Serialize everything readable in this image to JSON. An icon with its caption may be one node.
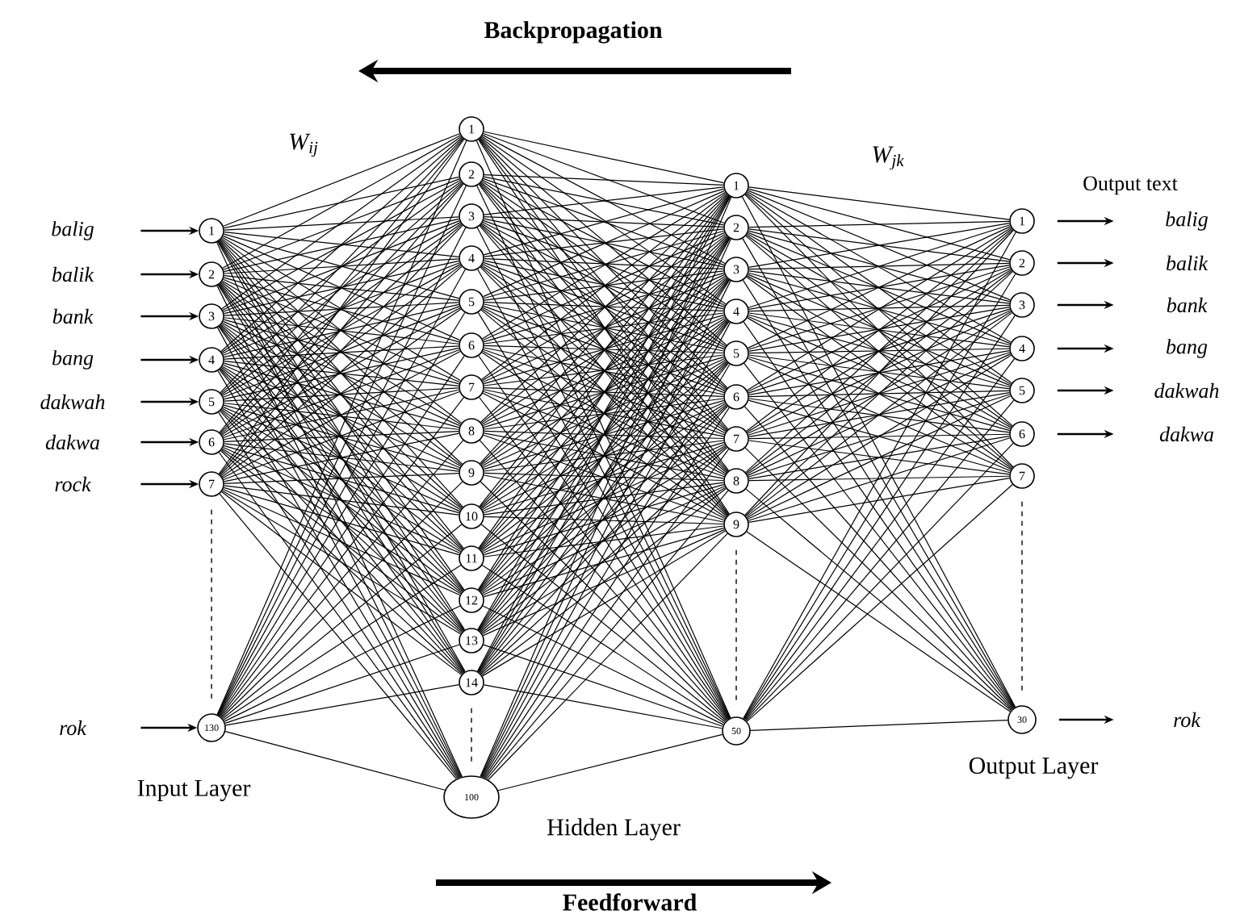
{
  "diagram": {
    "nodes": [
      {
        "text": [
          "balig"
        ]
      },
      {
        "text": [
          "balik"
        ]
      },
      {
        "text": [
          "bank"
        ]
      },
      {
        "text": [
          "bang"
        ]
      },
      {
        "text": [
          "dakwah"
        ]
      },
      {
        "text": [
          "dakwa"
        ]
      },
      {
        "text": [
          "rock"
        ]
      },
      {
        "text": [
          "rok"
        ]
      },
      {
        "text": [
          "1"
        ]
      },
      {
        "text": [
          "2"
        ]
      },
      {
        "text": [
          "3"
        ]
      },
      {
        "text": [
          "4"
        ]
      },
      {
        "text": [
          "5"
        ]
      },
      {
        "text": [
          "6"
        ]
      },
      {
        "text": [
          "7"
        ]
      },
      {
        "text": [
          "130"
        ]
      },
      {
        "text": [
          "1"
        ]
      },
      {
        "text": [
          "2"
        ]
      },
      {
        "text": [
          "3"
        ]
      },
      {
        "text": [
          "4"
        ]
      },
      {
        "text": [
          "5"
        ]
      },
      {
        "text": [
          "6"
        ]
      },
      {
        "text": [
          "7"
        ]
      },
      {
        "text": [
          "8"
        ]
      },
      {
        "text": [
          "9"
        ]
      },
      {
        "text": [
          "10"
        ]
      },
      {
        "text": [
          "11"
        ]
      },
      {
        "text": [
          "12"
        ]
      },
      {
        "text": [
          "13"
        ]
      },
      {
        "text": [
          "14"
        ]
      },
      {
        "text": [
          "100"
        ]
      },
      {
        "text": [
          "1"
        ]
      },
      {
        "text": [
          "2"
        ]
      },
      {
        "text": [
          "3"
        ]
      },
      {
        "text": [
          "4"
        ]
      },
      {
        "text": [
          "5"
        ]
      },
      {
        "text": [
          "6"
        ]
      },
      {
        "text": [
          "7"
        ]
      },
      {
        "text": [
          "8"
        ]
      },
      {
        "text": [
          "9"
        ]
      },
      {
        "text": [
          "50"
        ]
      },
      {
        "text": [
          "1"
        ]
      },
      {
        "text": [
          "2"
        ]
      },
      {
        "text": [
          "3"
        ]
      },
      {
        "text": [
          "4"
        ]
      },
      {
        "text": [
          "5"
        ]
      },
      {
        "text": [
          "6"
        ]
      },
      {
        "text": [
          "7"
        ]
      },
      {
        "text": [
          "30"
        ]
      },
      {
        "text": [
          "balig"
        ]
      },
      {
        "text": [
          "balik"
        ]
      },
      {
        "text": [
          "bank"
        ]
      },
      {
        "text": [
          "bang"
        ]
      },
      {
        "text": [
          "dakwah"
        ]
      },
      {
        "text": [
          "dakwa"
        ]
      },
      {
        "text": [
          "rok"
        ]
      }
    ],
    "edges": [
      {
        "from": 0,
        "to": 8,
        "arrow": "to"
      },
      {
        "from": 1,
        "to": 9,
        "arrow": "to"
      },
      {
        "from": 2,
        "to": 10,
        "arrow": "to"
      },
      {
        "from": 3,
        "to": 11,
        "arrow": "to"
      },
      {
        "from": 4,
        "to": 12,
        "arrow": "to"
      },
      {
        "from": 5,
        "to": 13,
        "arrow": "to"
      },
      {
        "from": 6,
        "to": 14,
        "arrow": "to"
      },
      {
        "from": 7,
        "to": 15,
        "arrow": "to"
      },
      {
        "from": 8,
        "to": 16,
        "arrow": "none"
      },
      {
        "from": 8,
        "to": 17,
        "arrow": "none"
      },
      {
        "from": 8,
        "to": 18,
        "arrow": "none"
      },
      {
        "from": 8,
        "to": 19,
        "arrow": "none"
      },
      {
        "from": 8,
        "to": 20,
        "arrow": "none"
      },
      {
        "from": 8,
        "to": 21,
        "arrow": "none"
      },
      {
        "from": 8,
        "to": 22,
        "arrow": "none"
      },
      {
        "from": 8,
        "to": 23,
        "arrow": "none"
      },
      {
        "from": 8,
        "to": 24,
        "arrow": "none"
      },
      {
        "from": 8,
        "to": 25,
        "arrow": "none"
      },
      {
        "from": 8,
        "to": 26,
        "arrow": "none"
      },
      {
        "from": 8,
        "to": 27,
        "arrow": "none"
      },
      {
        "from": 8,
        "to": 28,
        "arrow": "none"
      },
      {
        "from": 8,
        "to": 29,
        "arrow": "none"
      },
      {
        "from": 8,
        "to": 30,
        "arrow": "none"
      },
      {
        "from": 9,
        "to": 16,
        "arrow": "none"
      },
      {
        "from": 9,
        "to": 17,
        "arrow": "none"
      },
      {
        "from": 9,
        "to": 18,
        "arrow": "none"
      },
      {
        "from": 9,
        "to": 19,
        "arrow": "none"
      },
      {
        "from": 9,
        "to": 20,
        "arrow": "none"
      },
      {
        "from": 9,
        "to": 21,
        "arrow": "none"
      },
      {
        "from": 9,
        "to": 22,
        "arrow": "none"
      },
      {
        "from": 9,
        "to": 23,
        "arrow": "none"
      },
      {
        "from": 9,
        "to": 24,
        "arrow": "none"
      },
      {
        "from": 9,
        "to": 25,
        "arrow": "none"
      },
      {
        "from": 9,
        "to": 26,
        "arrow": "none"
      },
      {
        "from": 9,
        "to": 27,
        "arrow": "none"
      },
      {
        "from": 9,
        "to": 28,
        "arrow": "none"
      },
      {
        "from": 9,
        "to": 29,
        "arrow": "none"
      },
      {
        "from": 9,
        "to": 30,
        "arrow": "none"
      },
      {
        "from": 10,
        "to": 16,
        "arrow": "none"
      },
      {
        "from": 10,
        "to": 17,
        "arrow": "none"
      },
      {
        "from": 10,
        "to": 18,
        "arrow": "none"
      },
      {
        "from": 10,
        "to": 19,
        "arrow": "none"
      },
      {
        "from": 10,
        "to": 20,
        "arrow": "none"
      },
      {
        "from": 10,
        "to": 21,
        "arrow": "none"
      },
      {
        "from": 10,
        "to": 22,
        "arrow": "none"
      },
      {
        "from": 10,
        "to": 23,
        "arrow": "none"
      },
      {
        "from": 10,
        "to": 24,
        "arrow": "none"
      },
      {
        "from": 10,
        "to": 25,
        "arrow": "none"
      },
      {
        "from": 10,
        "to": 26,
        "arrow": "none"
      },
      {
        "from": 10,
        "to": 27,
        "arrow": "none"
      },
      {
        "from": 10,
        "to": 28,
        "arrow": "none"
      },
      {
        "from": 10,
        "to": 29,
        "arrow": "none"
      },
      {
        "from": 10,
        "to": 30,
        "arrow": "none"
      },
      {
        "from": 11,
        "to": 16,
        "arrow": "none"
      },
      {
        "from": 11,
        "to": 17,
        "arrow": "none"
      },
      {
        "from": 11,
        "to": 18,
        "arrow": "none"
      },
      {
        "from": 11,
        "to": 19,
        "arrow": "none"
      },
      {
        "from": 11,
        "to": 20,
        "arrow": "none"
      },
      {
        "from": 11,
        "to": 21,
        "arrow": "none"
      },
      {
        "from": 11,
        "to": 22,
        "arrow": "none"
      },
      {
        "from": 11,
        "to": 23,
        "arrow": "none"
      },
      {
        "from": 11,
        "to": 24,
        "arrow": "none"
      },
      {
        "from": 11,
        "to": 25,
        "arrow": "none"
      },
      {
        "from": 11,
        "to": 26,
        "arrow": "none"
      },
      {
        "from": 11,
        "to": 27,
        "arrow": "none"
      },
      {
        "from": 11,
        "to": 28,
        "arrow": "none"
      },
      {
        "from": 11,
        "to": 29,
        "arrow": "none"
      },
      {
        "from": 11,
        "to": 30,
        "arrow": "none"
      },
      {
        "from": 12,
        "to": 16,
        "arrow": "none"
      },
      {
        "from": 12,
        "to": 17,
        "arrow": "none"
      },
      {
        "from": 12,
        "to": 18,
        "arrow": "none"
      },
      {
        "from": 12,
        "to": 19,
        "arrow": "none"
      },
      {
        "from": 12,
        "to": 20,
        "arrow": "none"
      },
      {
        "from": 12,
        "to": 21,
        "arrow": "none"
      },
      {
        "from": 12,
        "to": 22,
        "arrow": "none"
      },
      {
        "from": 12,
        "to": 23,
        "arrow": "none"
      },
      {
        "from": 12,
        "to": 24,
        "arrow": "none"
      },
      {
        "from": 12,
        "to": 25,
        "arrow": "none"
      },
      {
        "from": 12,
        "to": 26,
        "arrow": "none"
      },
      {
        "from": 12,
        "to": 27,
        "arrow": "none"
      },
      {
        "from": 12,
        "to": 28,
        "arrow": "none"
      },
      {
        "from": 12,
        "to": 29,
        "arrow": "none"
      },
      {
        "from": 12,
        "to": 30,
        "arrow": "none"
      },
      {
        "from": 13,
        "to": 16,
        "arrow": "none"
      },
      {
        "from": 13,
        "to": 17,
        "arrow": "none"
      },
      {
        "from": 13,
        "to": 18,
        "arrow": "none"
      },
      {
        "from": 13,
        "to": 19,
        "arrow": "none"
      },
      {
        "from": 13,
        "to": 20,
        "arrow": "none"
      },
      {
        "from": 13,
        "to": 21,
        "arrow": "none"
      },
      {
        "from": 13,
        "to": 22,
        "arrow": "none"
      },
      {
        "from": 13,
        "to": 23,
        "arrow": "none"
      },
      {
        "from": 13,
        "to": 24,
        "arrow": "none"
      },
      {
        "from": 13,
        "to": 25,
        "arrow": "none"
      },
      {
        "from": 13,
        "to": 26,
        "arrow": "none"
      },
      {
        "from": 13,
        "to": 27,
        "arrow": "none"
      },
      {
        "from": 13,
        "to": 28,
        "arrow": "none"
      },
      {
        "from": 13,
        "to": 29,
        "arrow": "none"
      },
      {
        "from": 13,
        "to": 30,
        "arrow": "none"
      },
      {
        "from": 14,
        "to": 16,
        "arrow": "none"
      },
      {
        "from": 14,
        "to": 17,
        "arrow": "none"
      },
      {
        "from": 14,
        "to": 18,
        "arrow": "none"
      },
      {
        "from": 14,
        "to": 19,
        "arrow": "none"
      },
      {
        "from": 14,
        "to": 20,
        "arrow": "none"
      },
      {
        "from": 14,
        "to": 21,
        "arrow": "none"
      },
      {
        "from": 14,
        "to": 22,
        "arrow": "none"
      },
      {
        "from": 14,
        "to": 23,
        "arrow": "none"
      },
      {
        "from": 14,
        "to": 24,
        "arrow": "none"
      },
      {
        "from": 14,
        "to": 25,
        "arrow": "none"
      },
      {
        "from": 14,
        "to": 26,
        "arrow": "none"
      },
      {
        "from": 14,
        "to": 27,
        "arrow": "none"
      },
      {
        "from": 14,
        "to": 28,
        "arrow": "none"
      },
      {
        "from": 14,
        "to": 29,
        "arrow": "none"
      },
      {
        "from": 14,
        "to": 30,
        "arrow": "none"
      },
      {
        "from": 15,
        "to": 16,
        "arrow": "none"
      },
      {
        "from": 15,
        "to": 17,
        "arrow": "none"
      },
      {
        "from": 15,
        "to": 18,
        "arrow": "none"
      },
      {
        "from": 15,
        "to": 19,
        "arrow": "none"
      },
      {
        "from": 15,
        "to": 20,
        "arrow": "none"
      },
      {
        "from": 15,
        "to": 21,
        "arrow": "none"
      },
      {
        "from": 15,
        "to": 22,
        "arrow": "none"
      },
      {
        "from": 15,
        "to": 23,
        "arrow": "none"
      },
      {
        "from": 15,
        "to": 24,
        "arrow": "none"
      },
      {
        "from": 15,
        "to": 25,
        "arrow": "none"
      },
      {
        "from": 15,
        "to": 26,
        "arrow": "none"
      },
      {
        "from": 15,
        "to": 27,
        "arrow": "none"
      },
      {
        "from": 15,
        "to": 28,
        "arrow": "none"
      },
      {
        "from": 15,
        "to": 29,
        "arrow": "none"
      },
      {
        "from": 15,
        "to": 30,
        "arrow": "none"
      },
      {
        "from": 16,
        "to": 31,
        "arrow": "none"
      },
      {
        "from": 16,
        "to": 32,
        "arrow": "none"
      },
      {
        "from": 16,
        "to": 33,
        "arrow": "none"
      },
      {
        "from": 16,
        "to": 34,
        "arrow": "none"
      },
      {
        "from": 16,
        "to": 35,
        "arrow": "none"
      },
      {
        "from": 16,
        "to": 36,
        "arrow": "none"
      },
      {
        "from": 16,
        "to": 37,
        "arrow": "none"
      },
      {
        "from": 16,
        "to": 38,
        "arrow": "none"
      },
      {
        "from": 16,
        "to": 39,
        "arrow": "none"
      },
      {
        "from": 16,
        "to": 40,
        "arrow": "none"
      },
      {
        "from": 17,
        "to": 31,
        "arrow": "none"
      },
      {
        "from": 17,
        "to": 32,
        "arrow": "none"
      },
      {
        "from": 17,
        "to": 33,
        "arrow": "none"
      },
      {
        "from": 17,
        "to": 34,
        "arrow": "none"
      },
      {
        "from": 17,
        "to": 35,
        "arrow": "none"
      },
      {
        "from": 17,
        "to": 36,
        "arrow": "none"
      },
      {
        "from": 17,
        "to": 37,
        "arrow": "none"
      },
      {
        "from": 17,
        "to": 38,
        "arrow": "none"
      },
      {
        "from": 17,
        "to": 39,
        "arrow": "none"
      },
      {
        "from": 17,
        "to": 40,
        "arrow": "none"
      },
      {
        "from": 18,
        "to": 31,
        "arrow": "none"
      },
      {
        "from": 18,
        "to": 32,
        "arrow": "none"
      },
      {
        "from": 18,
        "to": 33,
        "arrow": "none"
      },
      {
        "from": 18,
        "to": 34,
        "arrow": "none"
      },
      {
        "from": 18,
        "to": 35,
        "arrow": "none"
      },
      {
        "from": 18,
        "to": 36,
        "arrow": "none"
      },
      {
        "from": 18,
        "to": 37,
        "arrow": "none"
      },
      {
        "from": 18,
        "to": 38,
        "arrow": "none"
      },
      {
        "from": 18,
        "to": 39,
        "arrow": "none"
      },
      {
        "from": 18,
        "to": 40,
        "arrow": "none"
      },
      {
        "from": 19,
        "to": 31,
        "arrow": "none"
      },
      {
        "from": 19,
        "to": 32,
        "arrow": "none"
      },
      {
        "from": 19,
        "to": 33,
        "arrow": "none"
      },
      {
        "from": 19,
        "to": 34,
        "arrow": "none"
      },
      {
        "from": 19,
        "to": 35,
        "arrow": "none"
      },
      {
        "from": 19,
        "to": 36,
        "arrow": "none"
      },
      {
        "from": 19,
        "to": 37,
        "arrow": "none"
      },
      {
        "from": 19,
        "to": 38,
        "arrow": "none"
      },
      {
        "from": 19,
        "to": 39,
        "arrow": "none"
      },
      {
        "from": 19,
        "to": 40,
        "arrow": "none"
      },
      {
        "from": 20,
        "to": 31,
        "arrow": "none"
      },
      {
        "from": 20,
        "to": 32,
        "arrow": "none"
      },
      {
        "from": 20,
        "to": 33,
        "arrow": "none"
      },
      {
        "from": 20,
        "to": 34,
        "arrow": "none"
      },
      {
        "from": 20,
        "to": 35,
        "arrow": "none"
      },
      {
        "from": 20,
        "to": 36,
        "arrow": "none"
      },
      {
        "from": 20,
        "to": 37,
        "arrow": "none"
      },
      {
        "from": 20,
        "to": 38,
        "arrow": "none"
      },
      {
        "from": 20,
        "to": 39,
        "arrow": "none"
      },
      {
        "from": 20,
        "to": 40,
        "arrow": "none"
      },
      {
        "from": 21,
        "to": 31,
        "arrow": "none"
      },
      {
        "from": 21,
        "to": 32,
        "arrow": "none"
      },
      {
        "from": 21,
        "to": 33,
        "arrow": "none"
      },
      {
        "from": 21,
        "to": 34,
        "arrow": "none"
      },
      {
        "from": 21,
        "to": 35,
        "arrow": "none"
      },
      {
        "from": 21,
        "to": 36,
        "arrow": "none"
      },
      {
        "from": 21,
        "to": 37,
        "arrow": "none"
      },
      {
        "from": 21,
        "to": 38,
        "arrow": "none"
      },
      {
        "from": 21,
        "to": 39,
        "arrow": "none"
      },
      {
        "from": 21,
        "to": 40,
        "arrow": "none"
      },
      {
        "from": 22,
        "to": 31,
        "arrow": "none"
      },
      {
        "from": 22,
        "to": 32,
        "arrow": "none"
      },
      {
        "from": 22,
        "to": 33,
        "arrow": "none"
      },
      {
        "from": 22,
        "to": 34,
        "arrow": "none"
      },
      {
        "from": 22,
        "to": 35,
        "arrow": "none"
      },
      {
        "from": 22,
        "to": 36,
        "arrow": "none"
      },
      {
        "from": 22,
        "to": 37,
        "arrow": "none"
      },
      {
        "from": 22,
        "to": 38,
        "arrow": "none"
      },
      {
        "from": 22,
        "to": 39,
        "arrow": "none"
      },
      {
        "from": 22,
        "to": 40,
        "arrow": "none"
      },
      {
        "from": 23,
        "to": 31,
        "arrow": "none"
      },
      {
        "from": 23,
        "to": 32,
        "arrow": "none"
      },
      {
        "from": 23,
        "to": 33,
        "arrow": "none"
      },
      {
        "from": 23,
        "to": 34,
        "arrow": "none"
      },
      {
        "from": 23,
        "to": 35,
        "arrow": "none"
      },
      {
        "from": 23,
        "to": 36,
        "arrow": "none"
      },
      {
        "from": 23,
        "to": 37,
        "arrow": "none"
      },
      {
        "from": 23,
        "to": 38,
        "arrow": "none"
      },
      {
        "from": 23,
        "to": 39,
        "arrow": "none"
      },
      {
        "from": 23,
        "to": 40,
        "arrow": "none"
      },
      {
        "from": 24,
        "to": 31,
        "arrow": "none"
      },
      {
        "from": 24,
        "to": 32,
        "arrow": "none"
      },
      {
        "from": 24,
        "to": 33,
        "arrow": "none"
      },
      {
        "from": 24,
        "to": 34,
        "arrow": "none"
      },
      {
        "from": 24,
        "to": 35,
        "arrow": "none"
      },
      {
        "from": 24,
        "to": 36,
        "arrow": "none"
      },
      {
        "from": 24,
        "to": 37,
        "arrow": "none"
      },
      {
        "from": 24,
        "to": 38,
        "arrow": "none"
      },
      {
        "from": 24,
        "to": 39,
        "arrow": "none"
      },
      {
        "from": 24,
        "to": 40,
        "arrow": "none"
      },
      {
        "from": 25,
        "to": 31,
        "arrow": "none"
      },
      {
        "from": 25,
        "to": 32,
        "arrow": "none"
      },
      {
        "from": 25,
        "to": 33,
        "arrow": "none"
      },
      {
        "from": 25,
        "to": 34,
        "arrow": "none"
      },
      {
        "from": 25,
        "to": 35,
        "arrow": "none"
      },
      {
        "from": 25,
        "to": 36,
        "arrow": "none"
      },
      {
        "from": 25,
        "to": 37,
        "arrow": "none"
      },
      {
        "from": 25,
        "to": 38,
        "arrow": "none"
      },
      {
        "from": 25,
        "to": 39,
        "arrow": "none"
      },
      {
        "from": 25,
        "to": 40,
        "arrow": "none"
      },
      {
        "from": 26,
        "to": 31,
        "arrow": "none"
      },
      {
        "from": 26,
        "to": 32,
        "arrow": "none"
      },
      {
        "from": 26,
        "to": 33,
        "arrow": "none"
      },
      {
        "from": 26,
        "to": 34,
        "arrow": "none"
      },
      {
        "from": 26,
        "to": 35,
        "arrow": "none"
      },
      {
        "from": 26,
        "to": 36,
        "arrow": "none"
      },
      {
        "from": 26,
        "to": 37,
        "arrow": "none"
      },
      {
        "from": 26,
        "to": 38,
        "arrow": "none"
      },
      {
        "from": 26,
        "to": 39,
        "arrow": "none"
      },
      {
        "from": 26,
        "to": 40,
        "arrow": "none"
      },
      {
        "from": 27,
        "to": 31,
        "arrow": "none"
      },
      {
        "from": 27,
        "to": 32,
        "arrow": "none"
      },
      {
        "from": 27,
        "to": 33,
        "arrow": "none"
      },
      {
        "from": 27,
        "to": 34,
        "arrow": "none"
      },
      {
        "from": 27,
        "to": 35,
        "arrow": "none"
      },
      {
        "from": 27,
        "to": 36,
        "arrow": "none"
      },
      {
        "from": 27,
        "to": 37,
        "arrow": "none"
      },
      {
        "from": 27,
        "to": 38,
        "arrow": "none"
      },
      {
        "from": 27,
        "to": 39,
        "arrow": "none"
      },
      {
        "from": 27,
        "to": 40,
        "arrow": "none"
      },
      {
        "from": 28,
        "to": 31,
        "arrow": "none"
      },
      {
        "from": 28,
        "to": 32,
        "arrow": "none"
      },
      {
        "from": 28,
        "to": 33,
        "arrow": "none"
      },
      {
        "from": 28,
        "to": 34,
        "arrow": "none"
      },
      {
        "from": 28,
        "to": 35,
        "arrow": "none"
      },
      {
        "from": 28,
        "to": 36,
        "arrow": "none"
      },
      {
        "from": 28,
        "to": 37,
        "arrow": "none"
      },
      {
        "from": 28,
        "to": 38,
        "arrow": "none"
      },
      {
        "from": 28,
        "to": 39,
        "arrow": "none"
      },
      {
        "from": 28,
        "to": 40,
        "arrow": "none"
      },
      {
        "from": 29,
        "to": 31,
        "arrow": "none"
      },
      {
        "from": 29,
        "to": 32,
        "arrow": "none"
      },
      {
        "from": 29,
        "to": 33,
        "arrow": "none"
      },
      {
        "from": 29,
        "to": 34,
        "arrow": "none"
      },
      {
        "from": 29,
        "to": 35,
        "arrow": "none"
      },
      {
        "from": 29,
        "to": 36,
        "arrow": "none"
      },
      {
        "from": 29,
        "to": 37,
        "arrow": "none"
      },
      {
        "from": 29,
        "to": 38,
        "arrow": "none"
      },
      {
        "from": 29,
        "to": 39,
        "arrow": "none"
      },
      {
        "from": 29,
        "to": 40,
        "arrow": "none"
      },
      {
        "from": 30,
        "to": 31,
        "arrow": "none"
      },
      {
        "from": 30,
        "to": 32,
        "arrow": "none"
      },
      {
        "from": 30,
        "to": 33,
        "arrow": "none"
      },
      {
        "from": 30,
        "to": 34,
        "arrow": "none"
      },
      {
        "from": 30,
        "to": 35,
        "arrow": "none"
      },
      {
        "from": 30,
        "to": 36,
        "arrow": "none"
      },
      {
        "from": 30,
        "to": 37,
        "arrow": "none"
      },
      {
        "from": 30,
        "to": 38,
        "arrow": "none"
      },
      {
        "from": 30,
        "to": 39,
        "arrow": "none"
      },
      {
        "from": 30,
        "to": 40,
        "arrow": "none"
      },
      {
        "from": 31,
        "to": 41,
        "arrow": "none"
      },
      {
        "from": 31,
        "to": 42,
        "arrow": "none"
      },
      {
        "from": 31,
        "to": 43,
        "arrow": "none"
      },
      {
        "from": 31,
        "to": 44,
        "arrow": "none"
      },
      {
        "from": 31,
        "to": 45,
        "arrow": "none"
      },
      {
        "from": 31,
        "to": 46,
        "arrow": "none"
      },
      {
        "from": 31,
        "to": 47,
        "arrow": "none"
      },
      {
        "from": 31,
        "to": 48,
        "arrow": "none"
      },
      {
        "from": 32,
        "to": 41,
        "arrow": "none"
      },
      {
        "from": 32,
        "to": 42,
        "arrow": "none"
      },
      {
        "from": 32,
        "to": 43,
        "arrow": "none"
      },
      {
        "from": 32,
        "to": 44,
        "arrow": "none"
      },
      {
        "from": 32,
        "to": 45,
        "arrow": "none"
      },
      {
        "from": 32,
        "to": 46,
        "arrow": "none"
      },
      {
        "from": 32,
        "to": 47,
        "arrow": "none"
      },
      {
        "from": 32,
        "to": 48,
        "arrow": "none"
      },
      {
        "from": 33,
        "to": 41,
        "arrow": "none"
      },
      {
        "from": 33,
        "to": 42,
        "arrow": "none"
      },
      {
        "from": 33,
        "to": 43,
        "arrow": "none"
      },
      {
        "from": 33,
        "to": 44,
        "arrow": "none"
      },
      {
        "from": 33,
        "to": 45,
        "arrow": "none"
      },
      {
        "from": 33,
        "to": 46,
        "arrow": "none"
      },
      {
        "from": 33,
        "to": 47,
        "arrow": "none"
      },
      {
        "from": 33,
        "to": 48,
        "arrow": "none"
      },
      {
        "from": 34,
        "to": 41,
        "arrow": "none"
      },
      {
        "from": 34,
        "to": 42,
        "arrow": "none"
      },
      {
        "from": 34,
        "to": 43,
        "arrow": "none"
      },
      {
        "from": 34,
        "to": 44,
        "arrow": "none"
      },
      {
        "from": 34,
        "to": 45,
        "arrow": "none"
      },
      {
        "from": 34,
        "to": 46,
        "arrow": "none"
      },
      {
        "from": 34,
        "to": 47,
        "arrow": "none"
      },
      {
        "from": 34,
        "to": 48,
        "arrow": "none"
      },
      {
        "from": 35,
        "to": 41,
        "arrow": "none"
      },
      {
        "from": 35,
        "to": 42,
        "arrow": "none"
      },
      {
        "from": 35,
        "to": 43,
        "arrow": "none"
      },
      {
        "from": 35,
        "to": 44,
        "arrow": "none"
      },
      {
        "from": 35,
        "to": 45,
        "arrow": "none"
      },
      {
        "from": 35,
        "to": 46,
        "arrow": "none"
      },
      {
        "from": 35,
        "to": 47,
        "arrow": "none"
      },
      {
        "from": 35,
        "to": 48,
        "arrow": "none"
      },
      {
        "from": 36,
        "to": 41,
        "arrow": "none"
      },
      {
        "from": 36,
        "to": 42,
        "arrow": "none"
      },
      {
        "from": 36,
        "to": 43,
        "arrow": "none"
      },
      {
        "from": 36,
        "to": 44,
        "arrow": "none"
      },
      {
        "from": 36,
        "to": 45,
        "arrow": "none"
      },
      {
        "from": 36,
        "to": 46,
        "arrow": "none"
      },
      {
        "from": 36,
        "to": 47,
        "arrow": "none"
      },
      {
        "from": 36,
        "to": 48,
        "arrow": "none"
      },
      {
        "from": 37,
        "to": 41,
        "arrow": "none"
      },
      {
        "from": 37,
        "to": 42,
        "arrow": "none"
      },
      {
        "from": 37,
        "to": 43,
        "arrow": "none"
      },
      {
        "from": 37,
        "to": 44,
        "arrow": "none"
      },
      {
        "from": 37,
        "to": 45,
        "arrow": "none"
      },
      {
        "from": 37,
        "to": 46,
        "arrow": "none"
      },
      {
        "from": 37,
        "to": 47,
        "arrow": "none"
      },
      {
        "from": 37,
        "to": 48,
        "arrow": "none"
      },
      {
        "from": 38,
        "to": 41,
        "arrow": "none"
      },
      {
        "from": 38,
        "to": 42,
        "arrow": "none"
      },
      {
        "from": 38,
        "to": 43,
        "arrow": "none"
      },
      {
        "from": 38,
        "to": 44,
        "arrow": "none"
      },
      {
        "from": 38,
        "to": 45,
        "arrow": "none"
      },
      {
        "from": 38,
        "to": 46,
        "arrow": "none"
      },
      {
        "from": 38,
        "to": 47,
        "arrow": "none"
      },
      {
        "from": 38,
        "to": 48,
        "arrow": "none"
      },
      {
        "from": 39,
        "to": 41,
        "arrow": "none"
      },
      {
        "from": 39,
        "to": 42,
        "arrow": "none"
      },
      {
        "from": 39,
        "to": 43,
        "arrow": "none"
      },
      {
        "from": 39,
        "to": 44,
        "arrow": "none"
      },
      {
        "from": 39,
        "to": 45,
        "arrow": "none"
      },
      {
        "from": 39,
        "to": 46,
        "arrow": "none"
      },
      {
        "from": 39,
        "to": 47,
        "arrow": "none"
      },
      {
        "from": 39,
        "to": 48,
        "arrow": "none"
      },
      {
        "from": 40,
        "to": 41,
        "arrow": "none"
      },
      {
        "from": 40,
        "to": 42,
        "arrow": "none"
      },
      {
        "from": 40,
        "to": 43,
        "arrow": "none"
      },
      {
        "from": 40,
        "to": 44,
        "arrow": "none"
      },
      {
        "from": 40,
        "to": 45,
        "arrow": "none"
      },
      {
        "from": 40,
        "to": 46,
        "arrow": "none"
      },
      {
        "from": 40,
        "to": 47,
        "arrow": "none"
      },
      {
        "from": 40,
        "to": 48,
        "arrow": "none"
      },
      {
        "from": 41,
        "to": 49,
        "arrow": "to"
      },
      {
        "from": 42,
        "to": 50,
        "arrow": "to"
      },
      {
        "from": 43,
        "to": 51,
        "arrow": "to"
      },
      {
        "from": 44,
        "to": 52,
        "arrow": "to"
      },
      {
        "from": 45,
        "to": 53,
        "arrow": "to"
      },
      {
        "from": 46,
        "to": 54,
        "arrow": "to"
      },
      {
        "from": 48,
        "to": 55,
        "arrow": "to"
      },
      {
        "from": 14,
        "to": 15,
        "arrow": "none",
        "style": "dashed"
      },
      {
        "from": 29,
        "to": 30,
        "arrow": "none",
        "style": "dashed"
      },
      {
        "from": 39,
        "to": 40,
        "arrow": "none",
        "style": "dashed"
      },
      {
        "from": 47,
        "to": 48,
        "arrow": "none",
        "style": "dashed"
      }
    ],
    "labels": [
      "Backpropagation",
      "W$_{ij}$",
      "W$_{jk}$",
      "Output text",
      "Input Layer",
      "Hidden Layer",
      "Output Layer",
      "Feedforward"
    ]
  }
}
